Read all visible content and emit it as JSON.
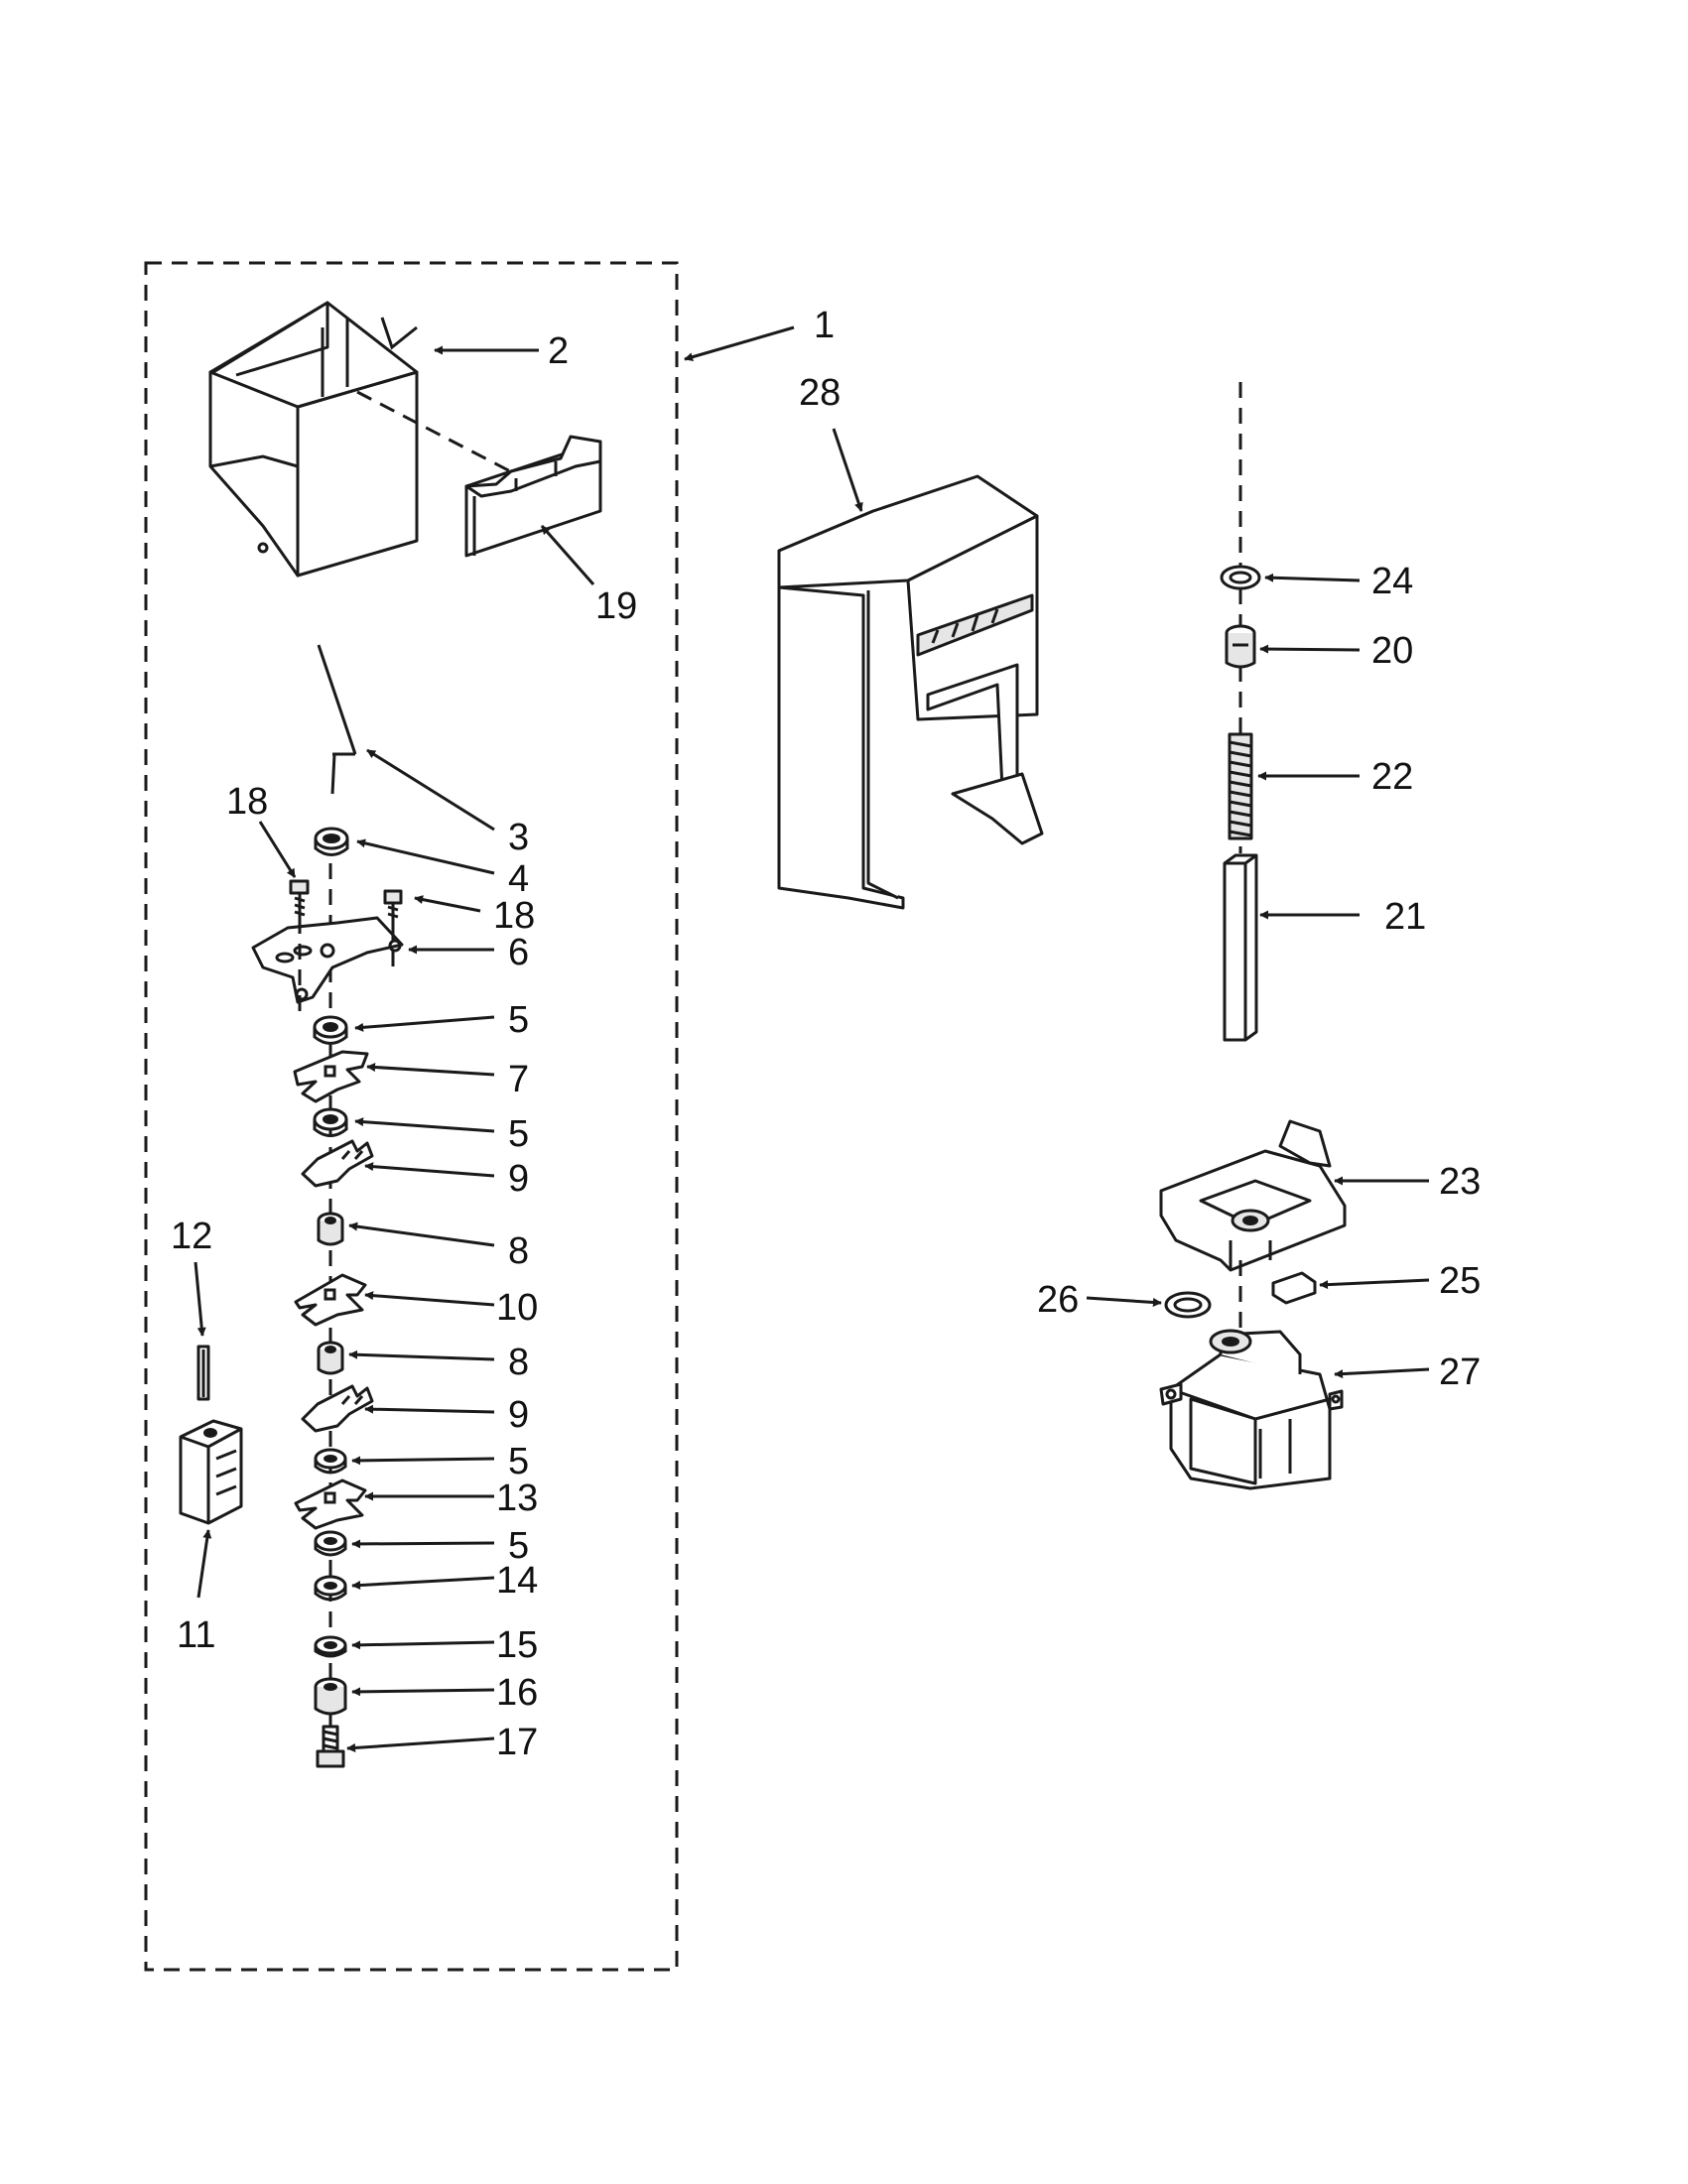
{
  "labels": {
    "l1": "1",
    "l2": "2",
    "l3": "3",
    "l4": "4",
    "l5a": "5",
    "l5b": "5",
    "l5c": "5",
    "l5d": "5",
    "l6": "6",
    "l7": "7",
    "l8a": "8",
    "l8b": "8",
    "l9a": "9",
    "l9b": "9",
    "l10": "10",
    "l11": "11",
    "l12": "12",
    "l13": "13",
    "l14": "14",
    "l15": "15",
    "l16": "16",
    "l17": "17",
    "l18a": "18",
    "l18b": "18",
    "l19": "19",
    "l20": "20",
    "l21": "21",
    "l22": "22",
    "l23": "23",
    "l24": "24",
    "l25": "25",
    "l26": "26",
    "l27": "27",
    "l28": "28"
  }
}
